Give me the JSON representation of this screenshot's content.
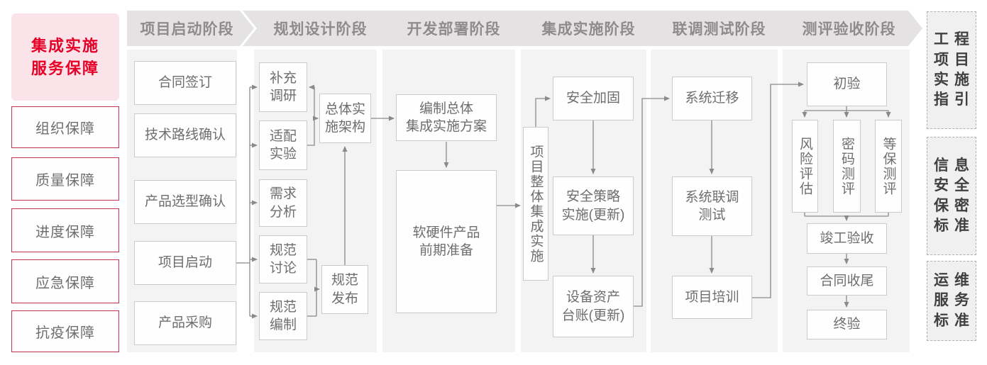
{
  "sidebar": {
    "title": "集成实施\n服务保障",
    "items": [
      "组织保障",
      "质量保障",
      "进度保障",
      "应急保障",
      "抗疫保障"
    ]
  },
  "phases": [
    "项目启动阶段",
    "规划设计阶段",
    "开发部署阶段",
    "集成实施阶段",
    "联调测试阶段",
    "测评验收阶段"
  ],
  "nodes": {
    "contract_signing": "合同签订",
    "tech_route_confirm": "技术路线确认",
    "product_selection_confirm": "产品选型确认",
    "project_kickoff": "项目启动",
    "product_procurement": "产品采购",
    "supplementary_research": "补充\n调研",
    "adaptation_experiment": "适配\n实验",
    "requirement_analysis": "需求\n分析",
    "spec_discussion": "规范\n讨论",
    "spec_compilation": "规范\n编制",
    "overall_impl_architecture": "总体实\n施架构",
    "spec_release": "规范\n发布",
    "compile_overall_plan": "编制总体\n集成实施方案",
    "hw_sw_preparation": "软硬件产品\n前期准备",
    "overall_integration_impl": "项目整体集成实施",
    "security_hardening": "安全加固",
    "security_policy_impl": "安全策略\n实施(更新)",
    "asset_ledger": "设备资产\n台账(更新)",
    "system_migration": "系统迁移",
    "system_joint_debug_test": "系统联调\n测试",
    "project_training": "项目培训",
    "initial_acceptance": "初验",
    "risk_assessment": "风险评估",
    "crypto_evaluation": "密码测评",
    "mlps_evaluation": "等保测评",
    "completion_acceptance": "竣工验收",
    "contract_closure": "合同收尾",
    "final_acceptance": "终验"
  },
  "standards": [
    "工程\n项目\n实施\n指引",
    "信息\n安全\n保密\n标准",
    "运维\n服务\n标准"
  ],
  "colors": {
    "accent_red": "#e60027",
    "pink_bg": "#fbe4e9",
    "guard_border": "#c23350",
    "chevron_bg": "#e4e2e2",
    "panel_bg": "#f4f3f3",
    "line_gray": "#8a8a8a"
  }
}
